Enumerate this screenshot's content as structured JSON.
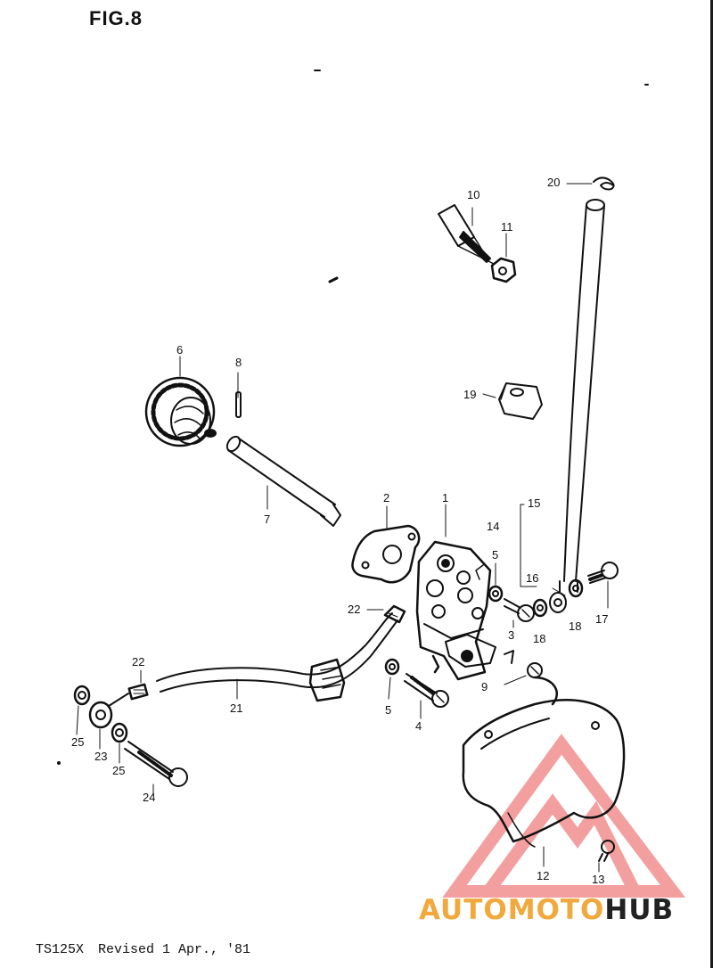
{
  "figure": {
    "title": "FIG.8"
  },
  "footer": {
    "model": "TS125X",
    "revision": "Revised 1 Apr., '81"
  },
  "callouts": {
    "c1": "1",
    "c2": "2",
    "c3": "3",
    "c4": "4",
    "c5a": "5",
    "c5b": "5",
    "c6": "6",
    "c7": "7",
    "c8": "8",
    "c9": "9",
    "c10": "10",
    "c11": "11",
    "c12": "12",
    "c13": "13",
    "c14": "14",
    "c15": "15",
    "c16": "16",
    "c17": "17",
    "c18a": "18",
    "c18b": "18",
    "c19": "19",
    "c20": "20",
    "c21": "21",
    "c22a": "22",
    "c22b": "22",
    "c23": "23",
    "c24": "24",
    "c25a": "25",
    "c25b": "25"
  },
  "watermark": {
    "part1": "AUTOMOTO",
    "part2": "HUB",
    "color_primary": "#f1a93c",
    "color_secondary": "#222222",
    "logo_color": "#f08080"
  }
}
